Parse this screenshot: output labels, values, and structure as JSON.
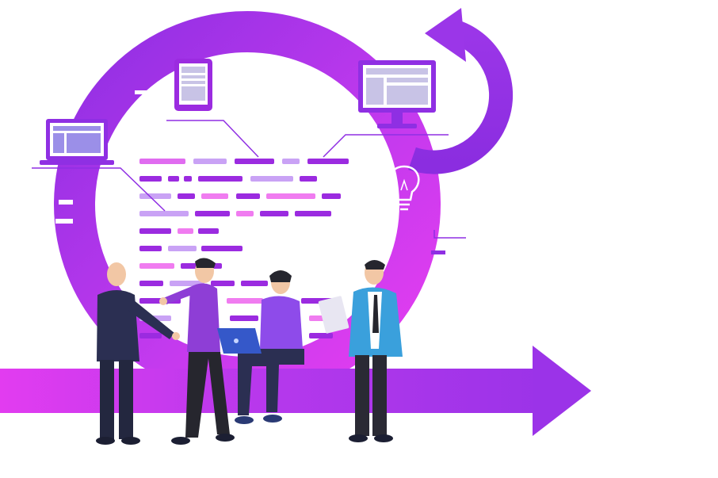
{
  "illustration": {
    "subject": "agile-team-iteration",
    "palette": {
      "loop_violet": "#8f2fe3",
      "loop_magenta": "#e63df0",
      "arrow_violet": "#9b33e8",
      "arrow_magenta": "#e23cf0",
      "code_dark": "#9b2be0",
      "code_light": "#c9a2f5",
      "code_pink": "#f07cf0",
      "suit_navy": "#2b2f52",
      "shirt_purple": "#8e3ed6",
      "jacket_blue": "#3aa0dc",
      "skin": "#f2c7a5",
      "hair_dark": "#26262e"
    },
    "icons": [
      "laptop-icon",
      "tablet-icon",
      "monitor-icon",
      "lightbulb-icon",
      "cycle-arrow-icon",
      "progress-arrow-icon"
    ],
    "people": [
      "bald-man-in-suit",
      "man-in-purple-shirt",
      "seated-woman-with-laptop",
      "man-in-blue-jacket-with-tablet"
    ]
  }
}
